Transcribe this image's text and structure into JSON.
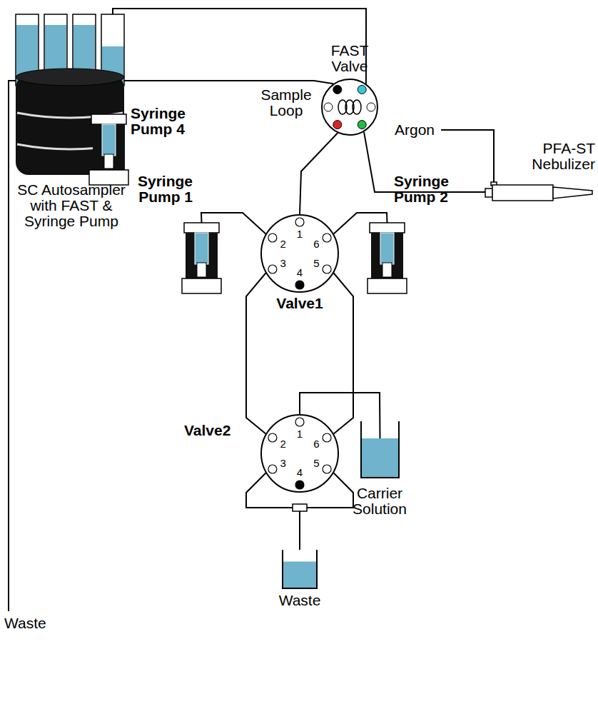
{
  "diagram": {
    "nodes": [
      {
        "text": [
          "SC Autosampler with FAST & Syringe Pump"
        ]
      },
      {
        "text": [
          "FAST Valve"
        ]
      },
      {
        "text": [
          "Syringe Pump 4"
        ]
      },
      {
        "text": [
          "Syringe Pump 1"
        ]
      },
      {
        "text": [
          "Syringe Pump 2"
        ]
      },
      {
        "text": [
          "Valve1"
        ]
      },
      {
        "text": [
          "Valve2"
        ]
      },
      {
        "text": [
          "Carrier Solution"
        ]
      },
      {
        "text": [
          "Waste"
        ]
      },
      {
        "text": [
          "PFA-ST Nebulizer"
        ]
      }
    ],
    "edges": [
      {
        "from": 0,
        "to": 1,
        "arrow": "none"
      },
      {
        "from": 1,
        "to": 2,
        "arrow": "none"
      },
      {
        "from": 1,
        "to": 5,
        "arrow": "none"
      },
      {
        "from": 1,
        "to": 9,
        "arrow": "none"
      },
      {
        "from": 3,
        "to": 5,
        "arrow": "none"
      },
      {
        "from": 4,
        "to": 5,
        "arrow": "none"
      },
      {
        "from": 5,
        "to": 6,
        "arrow": "none"
      },
      {
        "from": 5,
        "to": 6,
        "arrow": "none"
      },
      {
        "from": 6,
        "to": 7,
        "arrow": "none"
      },
      {
        "from": 6,
        "to": 8,
        "arrow": "none"
      },
      {
        "from": 6,
        "to": 8,
        "arrow": "none"
      }
    ],
    "labels": [
      "Sample Loop",
      "Argon",
      "Waste",
      "1",
      "2",
      "3",
      "4",
      "5",
      "6",
      "1",
      "2",
      "3",
      "4",
      "5",
      "6"
    ]
  }
}
